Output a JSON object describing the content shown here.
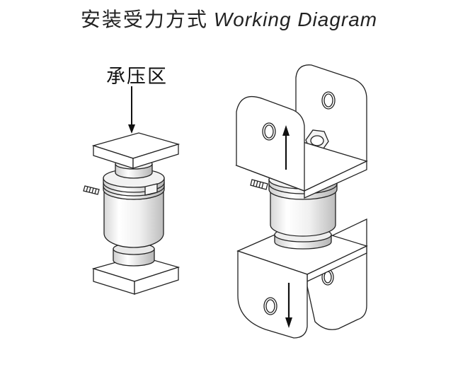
{
  "title": {
    "chinese": "安装受力方式",
    "english": "Working Diagram"
  },
  "left_figure": {
    "label": "承压区"
  }
}
